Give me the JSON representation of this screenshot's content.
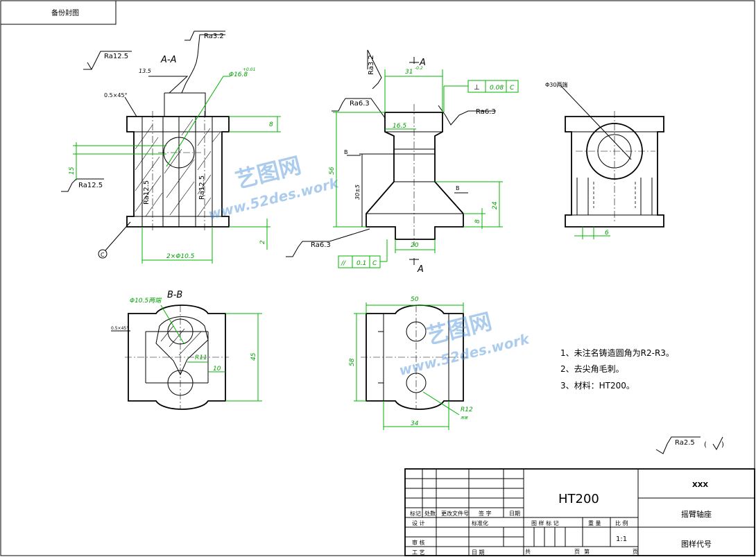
{
  "stamp": {
    "label": "备份封图"
  },
  "views": {
    "section_aa": {
      "title": "A-A",
      "ra_top_left": "Ra12.5",
      "ra_top": "Ra3.2",
      "ra_left": "Ra12.5",
      "ra_inner_1": "Ra12.5",
      "ra_inner_2": "Ra12.5",
      "chamfer": "0.5×45°",
      "dim_top": "13.5",
      "dim_bore": "Φ16.8",
      "dim_bore_tol": "+0.01",
      "dim_8": "8",
      "dim_15": "15",
      "dim_2": "2",
      "dim_holes": "2×Φ10.5",
      "datum": "C"
    },
    "front": {
      "section_mark": "A",
      "ra_top": "Ra3.2",
      "ra_left": "Ra6.3",
      "ra_right": "Ra6.3",
      "ra_bottom": "Ra6.3",
      "dim_31": "31",
      "dim_31_tol": "-0.2",
      "dim_16_5": "16.5",
      "dim_56": "56",
      "dim_30": "30±5",
      "dim_24": "24",
      "dim_8": "8",
      "dim_20": "20",
      "section_b": "B",
      "fcf_top": {
        "symbol": "⊥",
        "value": "0.08",
        "datum": "C"
      },
      "fcf_bottom": {
        "symbol": "//",
        "value": "0.1",
        "datum": "C"
      }
    },
    "side": {
      "bore_label": "Φ30两端",
      "dim_6": "6"
    },
    "section_bb": {
      "title": "B-B",
      "bore_label": "Φ10.5两端",
      "chamfer": "0.5×45°",
      "dim_r11": "R11",
      "dim_10": "10",
      "dim_45": "45"
    },
    "bottom": {
      "dim_50": "50",
      "dim_58": "58",
      "dim_34": "34",
      "dim_r12": "R12",
      "dim_r12_note": "两端"
    }
  },
  "notes": [
    "1、未注名铸造圆角为R2-R3。",
    "2、去尖角毛刺。",
    "3、材料：HT200。"
  ],
  "roughness_general": {
    "value": "Ra2.5",
    "paren_open": "(",
    "paren_close": ")"
  },
  "watermarks": [
    {
      "cn": "艺图网",
      "url": "www.52des.work"
    },
    {
      "cn": "艺图网",
      "url": "www.52des.work"
    }
  ],
  "title_block": {
    "material": "HT200",
    "company": "XXX",
    "part_name": "摇臂轴座",
    "drawing_no_label": "图样代号",
    "hdr_mark": "标记",
    "hdr_count": "处数",
    "hdr_doc": "更改文件号",
    "hdr_sign": "签  字",
    "hdr_date": "日期",
    "row_design": "设  计",
    "row_standard": "标准化",
    "row_check": "审  核",
    "row_process": "工  艺",
    "row_date": "日  期",
    "stage_mark": "图  样  标  记",
    "weight": "重  量",
    "scale_label": "比  例",
    "scale": "1:1",
    "total": "共",
    "sheet": "页",
    "sheet_no": "第",
    "page": "页"
  }
}
